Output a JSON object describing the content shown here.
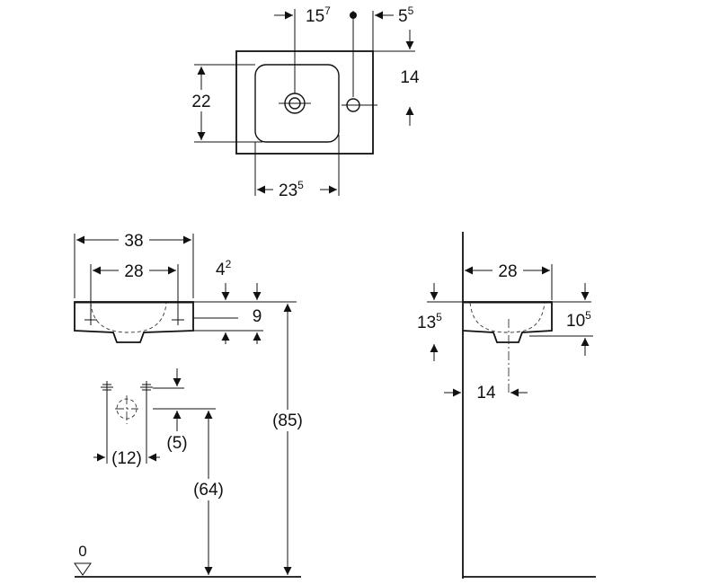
{
  "dimensions": {
    "top_view": {
      "drain_offset": {
        "main": "15",
        "sup": "7"
      },
      "tap_hole_offset": {
        "main": "5",
        "sup": "5"
      },
      "depth_to_tap": "14",
      "height": "22",
      "bowl_width": {
        "main": "23",
        "sup": "5"
      }
    },
    "front_view": {
      "overall_width": "38",
      "bowl_width": "28",
      "rim_thickness": {
        "main": "4",
        "sup": "2"
      },
      "bowl_depth": "9",
      "total_height": "(85)",
      "waste_height": "(64)",
      "waste_offset": "(5)",
      "fixing_spacing": "(12)",
      "floor_level": "0"
    },
    "side_view": {
      "bowl_width": "28",
      "height_left": {
        "main": "13",
        "sup": "5"
      },
      "height_right": {
        "main": "10",
        "sup": "5"
      },
      "wall_to_drain": "14"
    }
  }
}
